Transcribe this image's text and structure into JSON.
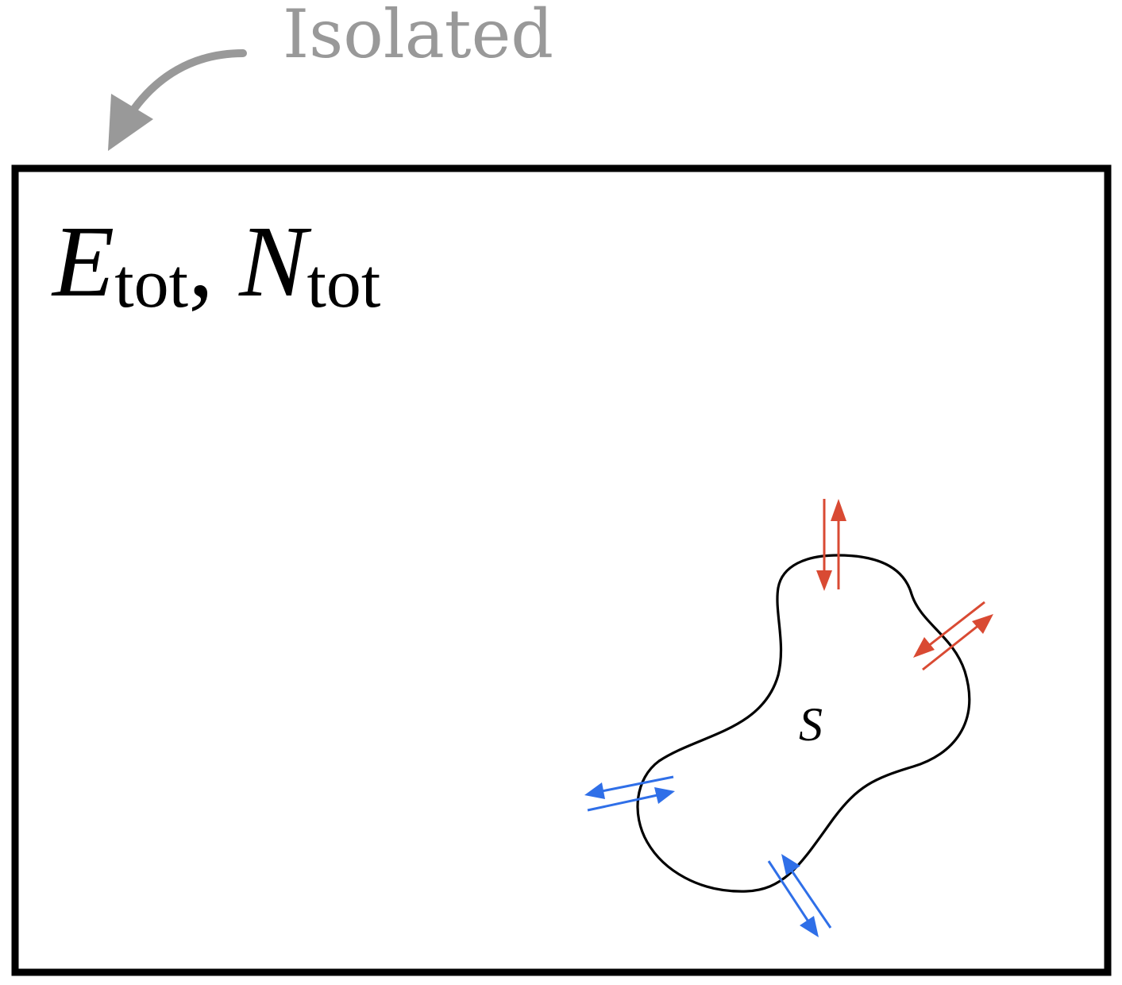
{
  "annotation": {
    "label": "Isolated",
    "color": "#999999"
  },
  "box": {
    "symbol_energy": "E",
    "symbol_number": "N",
    "subscript": "tot",
    "separator": ","
  },
  "subsystem": {
    "label": "S"
  },
  "exchanges": {
    "energy_color": "#d94a33",
    "particle_color": "#2f6fe8"
  }
}
